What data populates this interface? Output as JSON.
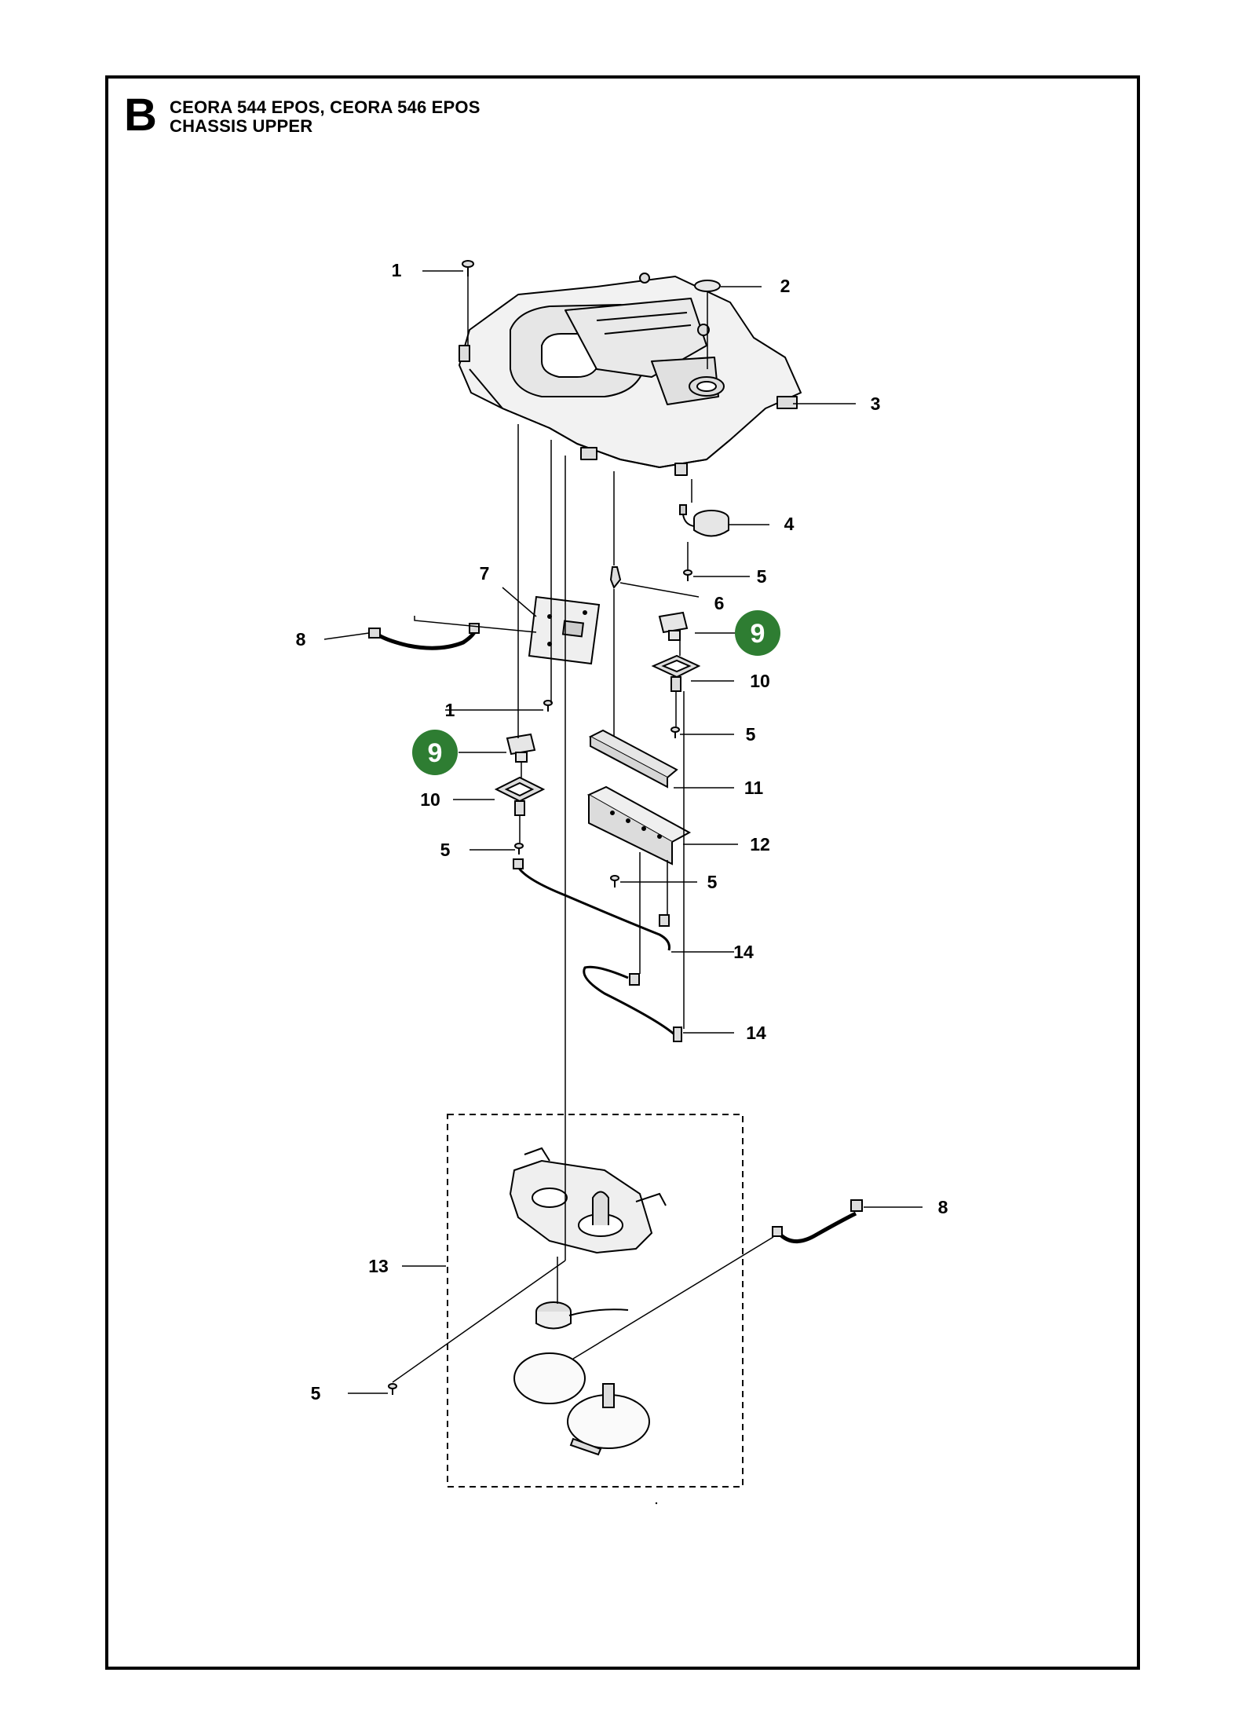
{
  "header": {
    "section_letter": "B",
    "title": "CEORA 544 EPOS, CEORA 546 EPOS",
    "subtitle": "CHASSIS UPPER"
  },
  "callouts": {
    "c1_top": "1",
    "c2": "2",
    "c3": "3",
    "c4": "4",
    "c5_a": "5",
    "c6": "6",
    "c7": "7",
    "c8_left": "8",
    "c9_right": "9",
    "c10_right": "10",
    "c1_mid": "1",
    "c5_b": "5",
    "c9_left": "9",
    "c11": "11",
    "c10_left": "10",
    "c12": "12",
    "c5_c": "5",
    "c5_d": "5",
    "c14_a": "14",
    "c14_b": "14",
    "c8_right": "8",
    "c13": "13",
    "c5_e": "5"
  },
  "colors": {
    "highlight": "#2e7d32",
    "line": "#000000",
    "part_fill": "#f2f2f2"
  }
}
